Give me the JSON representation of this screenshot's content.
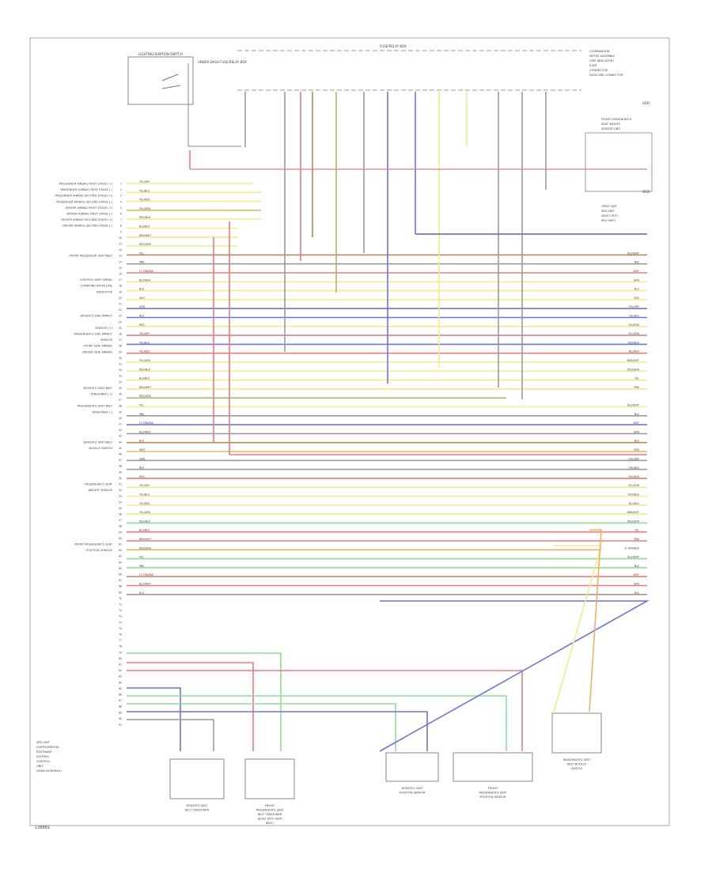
{
  "diagram": {
    "top_banner": "FUSE/RELAY BOX",
    "switch_box_label": "LIGHTING/IGNITION SWITCH",
    "underdash_label": "UNDER-DASH FUSE/RELAY BOX",
    "top_right_notes": [
      "COMBINATION",
      "METER ASSEMBLY",
      "(SRS INDICATOR)",
      "JOINT",
      "CONNECTOR",
      "DATA LINK CONNECTOR"
    ],
    "right_notes_mid": [
      "FRONT PASSENGER'S",
      "SEAT WEIGHT",
      "SENSOR UNIT"
    ],
    "right_notes_lower": [
      "OPDS UNIT",
      "SRS UNIT",
      "(BUILT INTO",
      "SRS UNIT)"
    ],
    "left_side_note": [
      "SRS UNIT",
      "(SUPPLEMENTAL",
      "RESTRAINT",
      "SYSTEM)",
      "CONTROL",
      "UNIT",
      "(MAIN ASSEMBLY)"
    ],
    "ground_label": "GRD",
    "bottom_left_code": "138881",
    "pin_labels": [
      "PASSENGER AIRBAG FIRST STAGE (+)",
      "PASSENGER AIRBAG FIRST STAGE (-)",
      "PASSENGER AIRBAG SECOND STAGE (+)",
      "PASSENGER AIRBAG SECOND STAGE (-)",
      "DRIVER AIRBAG FIRST STAGE (+)",
      "DRIVER AIRBAG FIRST STAGE (-)",
      "DRIVER AIRBAG SECOND STAGE (+)",
      "DRIVER AIRBAG SECOND STAGE (-)",
      "FRONT PASSENGER SEAT BELT",
      "CONTROL UNIT SERIAL",
      "COMMUNICATION LINE",
      "INDICATOR",
      "DRIVER'S SIDE IMPACT",
      "SENSOR (+)",
      "PASSENGER'S SIDE IMPACT",
      "SENSOR",
      "FRONT SIDE AIRBAG",
      "DRIVER SIDE AIRBAG",
      "DRIVER'S SEAT BELT",
      "TENSIONER (+)",
      "PASSENGER'S SEAT BELT",
      "TENSIONER (-)",
      "DRIVER'S SEAT BELT",
      "BUCKLE SWITCH",
      "PASSENGER'S SEAT",
      "WEIGHT SENSOR",
      "FRONT PASSENGER'S SEAT",
      "POSITION SENSOR"
    ],
    "wire_labels": [
      "YEL/GRY",
      "YEL/BLU",
      "YEL/RED",
      "YEL/GRN",
      "RED/BLK",
      "BLU/BLK",
      "BRN/WHT",
      "RED/GRN",
      "YEL",
      "PNK",
      "LT GRN/BLK",
      "BLU/WHT",
      "BLK",
      "WHT",
      "GRN",
      "BLU",
      "RED"
    ],
    "bottom_components": [
      "DRIVER'S SEAT BELT TENSIONER",
      "FRONT PASSENGER'S SEAT BELT TENSIONER (BUILT INTO SEAT BELT)",
      "DRIVER'S SEAT POSITION SENSOR",
      "FRONT PASSENGER'S SEAT POSITION SENSOR",
      "PASSENGER'S SEAT BELT BUCKLE SWITCH"
    ],
    "colors": {
      "yellow": "#f2ec8a",
      "red": "#f07a7a",
      "blue": "#6f6ff0",
      "green": "#8de08d",
      "brown": "#b48a5a",
      "grey": "#9a9a9a",
      "orange": "#f0b060",
      "pink": "#f5a6b8",
      "olive": "#b8b070",
      "frame": "#999999"
    }
  }
}
